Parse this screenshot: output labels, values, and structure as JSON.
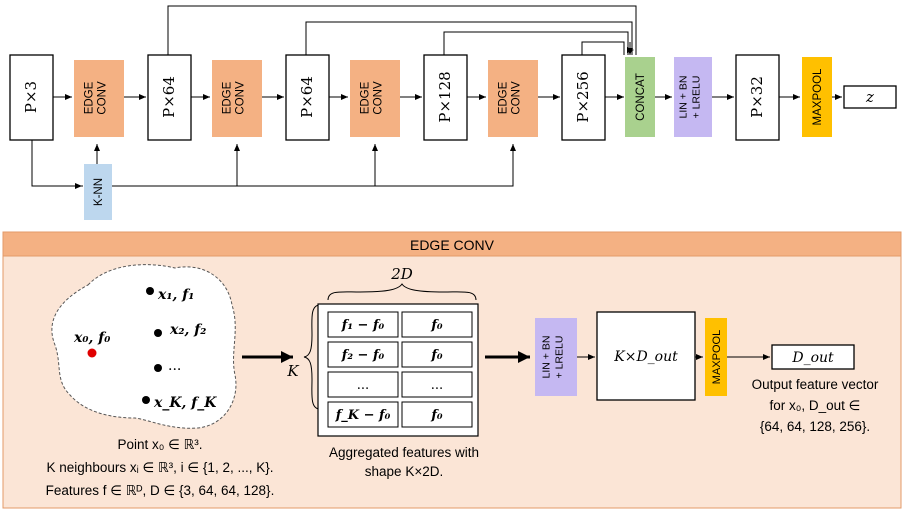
{
  "pipeline": {
    "tensors": [
      "P×3",
      "P×64",
      "P×64",
      "P×128",
      "P×256",
      "P×32"
    ],
    "edgeconv": [
      "EDGE CONV",
      "EDGE CONV",
      "EDGE CONV",
      "EDGE CONV"
    ],
    "knn": "K-NN",
    "concat": "CONCAT",
    "lin": "LIN + BN + LRELU",
    "maxpool": "MAXPOOL",
    "output": "z"
  },
  "edgeconv_panel": {
    "header": "EDGE CONV",
    "points": {
      "p0": "x₀, f₀",
      "p1": "x₁, f₁",
      "p2": "x₂, f₂",
      "dots": "...",
      "pK": "x_K, f_K"
    },
    "point_caption": {
      "line1": "Point x₀ ∈ ℝ³.",
      "line2": "K neighbours xᵢ ∈ ℝ³, i ∈ {1, 2, ..., K}.",
      "line3": "Features f ∈ ℝᴰ, D ∈ {3, 64, 64, 128}."
    },
    "matrix": {
      "width_label": "2D",
      "height_label": "K",
      "rows": [
        [
          "f₁ − f₀",
          "f₀"
        ],
        [
          "f₂ − f₀",
          "f₀"
        ],
        [
          "...",
          "..."
        ],
        [
          "f_K − f₀",
          "f₀"
        ]
      ],
      "caption_line1": "Aggregated features with",
      "caption_line2": "shape K×2D."
    },
    "lin": "LIN + BN + LRELU",
    "kd_box": "K×D_out",
    "maxpool": "MAXPOOL",
    "dout_box": "D_out",
    "output_caption": {
      "line1": "Output feature vector",
      "line2": "for x₀, D_out ∈",
      "line3": "{64, 64, 128, 256}."
    }
  },
  "colors": {
    "edgeconv": "#f4b183",
    "knn": "#bdd7ee",
    "concat": "#a9d18e",
    "lin": "#c5b8f2",
    "maxpool": "#ffc000",
    "panel_header": "#f4b183",
    "panel_bg": "#fbe5d6",
    "red_point": "#e00000"
  }
}
